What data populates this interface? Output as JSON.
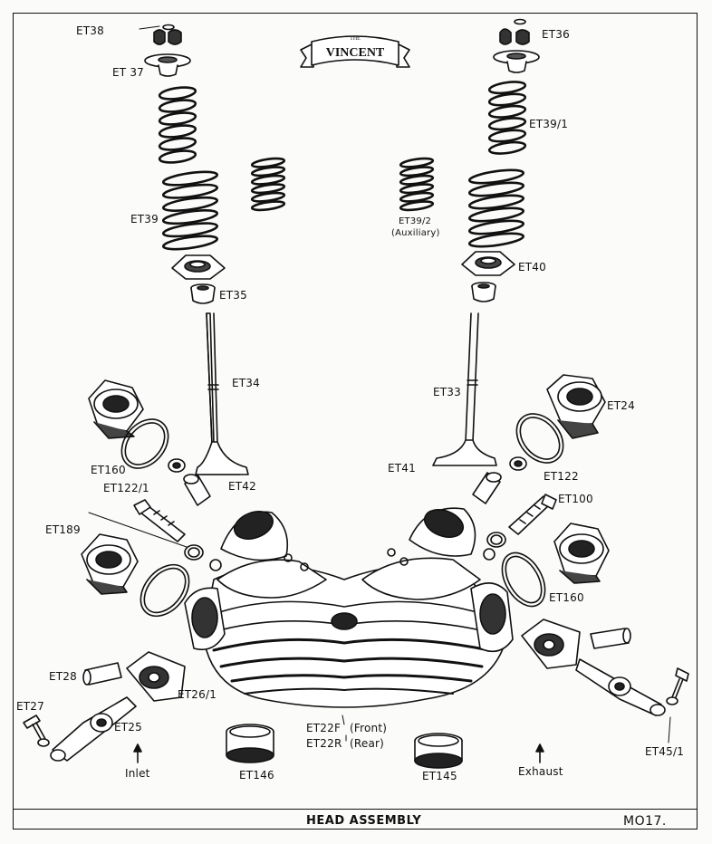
{
  "brand": {
    "small": "THE",
    "name": "VINCENT"
  },
  "title": "HEAD ASSEMBLY",
  "drawing_code": "MO17.",
  "labels": {
    "et38": "ET38",
    "et36": "ET36",
    "et37": "ET 37",
    "et39_1": "ET39/1",
    "et39": "ET39",
    "et39_2": "ET39/2",
    "auxiliary": "(Auxiliary)",
    "et40": "ET40",
    "et35": "ET35",
    "et34": "ET34",
    "et33": "ET33",
    "et24": "ET24",
    "et160_l": "ET160",
    "et122_1": "ET122/1",
    "et42": "ET42",
    "et41": "ET41",
    "et122": "ET122",
    "et100": "ET100",
    "et189": "ET189",
    "et160_r": "ET160",
    "et28": "ET28",
    "et26_1": "ET26/1",
    "et27": "ET27",
    "et25": "ET25",
    "et22f": "ET22F",
    "front": "(Front)",
    "et22r": "ET22R",
    "rear": "(Rear)",
    "et146": "ET146",
    "et145": "ET145",
    "et45_1": "ET45/1",
    "inlet": "Inlet",
    "exhaust": "Exhaust"
  }
}
